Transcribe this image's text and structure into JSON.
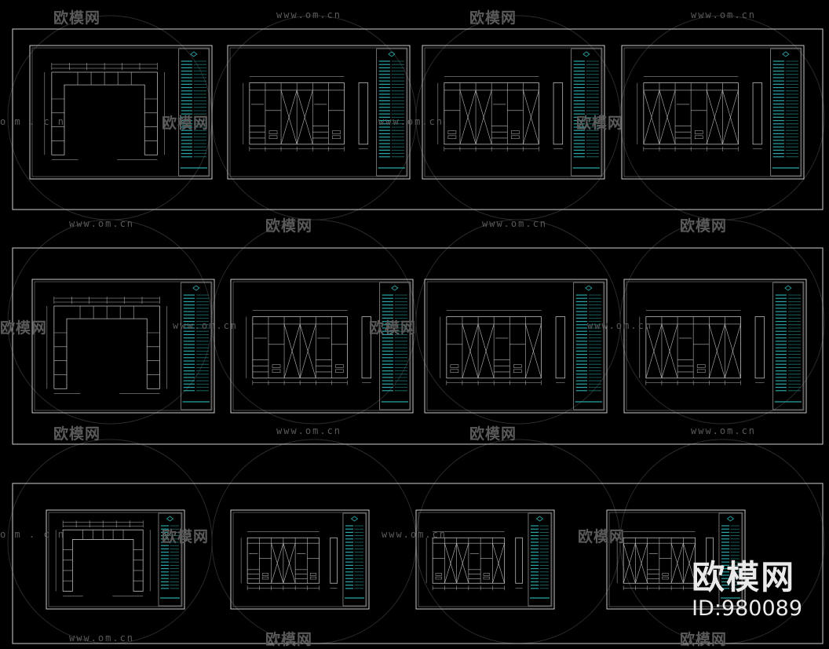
{
  "watermark": {
    "brand_text": "欧模网",
    "url_text": "www.om.cn",
    "url_short": "o m . c n"
  },
  "brand": {
    "name": "欧模网",
    "id": "ID:980089"
  },
  "colors": {
    "background": "#000000",
    "frame_line": "#b8b8b8",
    "title_block": "#2aa7a7",
    "watermark": "#5a5a5a"
  },
  "sheet_rows": [
    {
      "row": 1,
      "sheets": [
        "plan",
        "elevation",
        "elevation",
        "elevation"
      ]
    },
    {
      "row": 2,
      "sheets": [
        "plan",
        "elevation",
        "elevation",
        "elevation"
      ]
    },
    {
      "row": 3,
      "sheets": [
        "plan",
        "elevation",
        "elevation",
        "elevation"
      ]
    }
  ]
}
